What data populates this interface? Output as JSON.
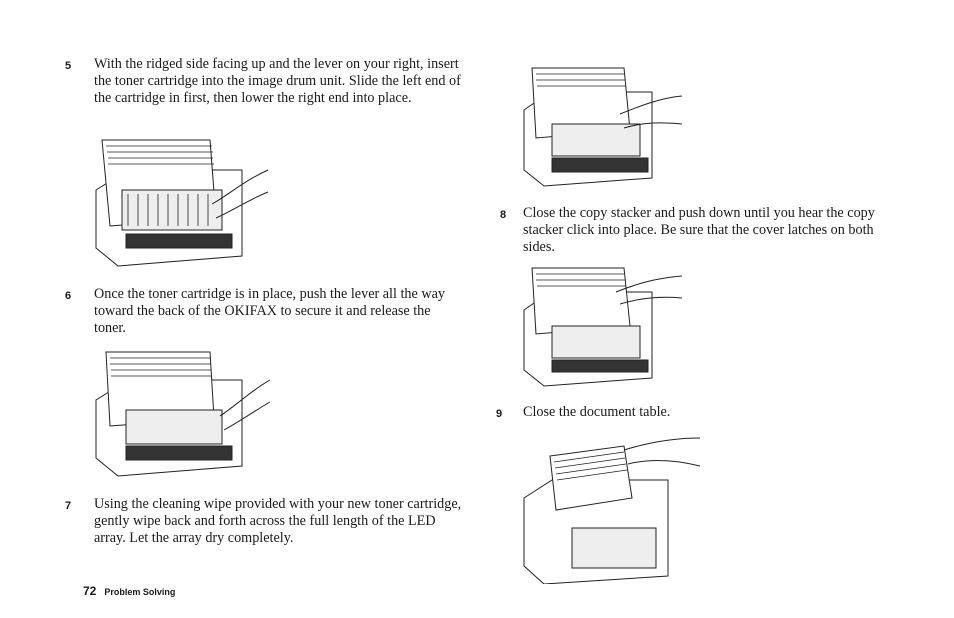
{
  "steps": [
    {
      "number": "5",
      "text": "With the ridged side facing up and the lever on your right, insert the toner cartridge into the image drum unit. Slide the left end of the cartridge in first, then lower the right end into place."
    },
    {
      "number": "6",
      "text": "Once the toner cartridge is in place, push the lever all the way toward the back of the OKIFAX to secure it and release the toner."
    },
    {
      "number": "7",
      "text": "Using the cleaning wipe provided with your new toner cartridge, gently wipe back and forth across the full length of the LED array. Let the array dry completely."
    },
    {
      "number": "8",
      "text": "Close the copy stacker and push down until you hear the copy stacker click into place. Be sure that the cover latches on both sides."
    },
    {
      "number": "9",
      "text": "Close the document table."
    }
  ],
  "footer": {
    "page_number": "72",
    "section": "Problem Solving"
  }
}
